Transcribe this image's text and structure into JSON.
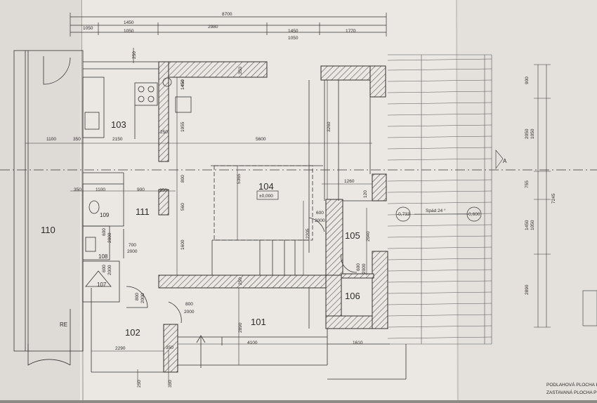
{
  "dimensions": {
    "overall": "8700",
    "top_row1": [
      "1050",
      "1450",
      "2980",
      "1450",
      "1770"
    ],
    "top_row2": [
      "1050",
      "1050"
    ],
    "top_left_250": "250",
    "interior": {
      "d1100": "1100",
      "d350": "350",
      "d2150": "2150",
      "d250a": "250",
      "d5600": "5600",
      "d1100b": "1100",
      "d350b": "350",
      "d900": "900",
      "d250b": "250",
      "d1260": "1260",
      "d1955": "1955",
      "d1450": "1450",
      "d3260": "3260",
      "d800": "800",
      "d560": "560",
      "d1600": "1600",
      "d5365": "5365",
      "d2205": "2205",
      "d2040": "2040",
      "d250c": "250",
      "d2890": "2890",
      "d4100": "4100",
      "d1610": "1610",
      "d2290": "2290",
      "d350c": "350",
      "d350d": "350",
      "d120": "120",
      "d450": "450",
      "d250e": "250",
      "d350e": "350"
    },
    "right_side": [
      "900",
      "2050",
      "1050",
      "755",
      "7245",
      "1450",
      "1050",
      "2890"
    ]
  },
  "rooms": {
    "r101": "101",
    "r102": "102",
    "r103": "103",
    "r104": "104",
    "r105": "105",
    "r106": "106",
    "r107": "107",
    "r108": "108",
    "r109": "109",
    "r110": "110",
    "r111": "111"
  },
  "doors": {
    "d600_2000_a": [
      "600",
      "2000"
    ],
    "d600_2000_b": [
      "600",
      "2000"
    ],
    "d700_2000": [
      "700",
      "2000"
    ],
    "d800_2000_a": [
      "800",
      "2000"
    ],
    "d800_2000_b": [
      "800",
      "2000"
    ],
    "d600_2000_c": [
      "600",
      "2000"
    ],
    "d600_2000_d": [
      "600",
      "2000"
    ]
  },
  "level_104": "±0,000",
  "level_outer_left": "-0,733",
  "level_outer_right": "-0,600",
  "slope": "Spád 24 °",
  "section_marker": "A",
  "re_label": "RE",
  "bottom_notes": [
    "PODLAHOVÁ PLOCHA PŘÍZ",
    "ZASTAVANÁ PLOCHA PŘÍZ"
  ],
  "colors": {
    "paper": "#ebe8e3",
    "ink": "#2f2f2f",
    "hatch": "#555555",
    "background": "#8d8a86"
  }
}
